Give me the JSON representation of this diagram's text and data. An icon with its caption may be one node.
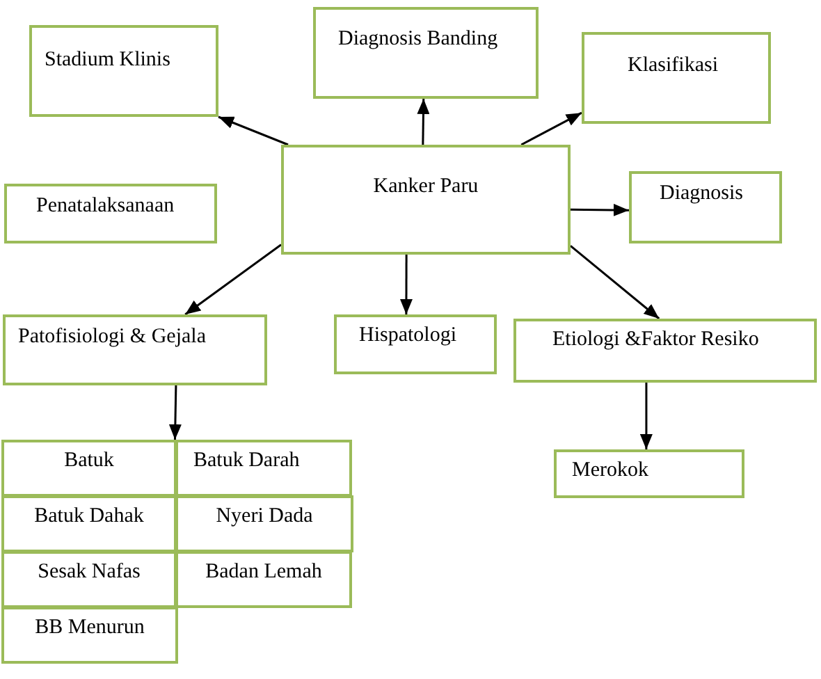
{
  "diagram": {
    "nodes": [
      {
        "text": [
          "Stadium Klinis"
        ]
      },
      {
        "text": [
          "Diagnosis Banding"
        ]
      },
      {
        "text": [
          "Klasifikasi"
        ]
      },
      {
        "text": [
          "Penatalaksanaan"
        ]
      },
      {
        "text": [
          "Kanker Paru"
        ]
      },
      {
        "text": [
          "Diagnosis"
        ]
      },
      {
        "text": [
          "Patofisiologi & Gejala"
        ]
      },
      {
        "text": [
          "Hispatologi"
        ]
      },
      {
        "text": [
          "Etiologi &Faktor Resiko"
        ]
      },
      {
        "text": [
          "Batuk"
        ]
      },
      {
        "text": [
          "Batuk Darah"
        ]
      },
      {
        "text": [
          "Merokok"
        ]
      },
      {
        "text": [
          "Batuk Dahak"
        ]
      },
      {
        "text": [
          "Nyeri Dada"
        ]
      },
      {
        "text": [
          "Sesak Nafas"
        ]
      },
      {
        "text": [
          "Badan Lemah"
        ]
      },
      {
        "text": [
          "BB Menurun"
        ]
      }
    ],
    "edges": [
      {
        "from": 4,
        "to": 0,
        "arrow": "to"
      },
      {
        "from": 4,
        "to": 1,
        "arrow": "to"
      },
      {
        "from": 4,
        "to": 2,
        "arrow": "to"
      },
      {
        "from": 4,
        "to": 5,
        "arrow": "to"
      },
      {
        "from": 4,
        "to": 6,
        "arrow": "to"
      },
      {
        "from": 4,
        "to": 7,
        "arrow": "to"
      },
      {
        "from": 4,
        "to": 8,
        "arrow": "to"
      },
      {
        "from": 6,
        "to": 9,
        "arrow": "to"
      },
      {
        "from": 8,
        "to": 11,
        "arrow": "to"
      }
    ]
  }
}
